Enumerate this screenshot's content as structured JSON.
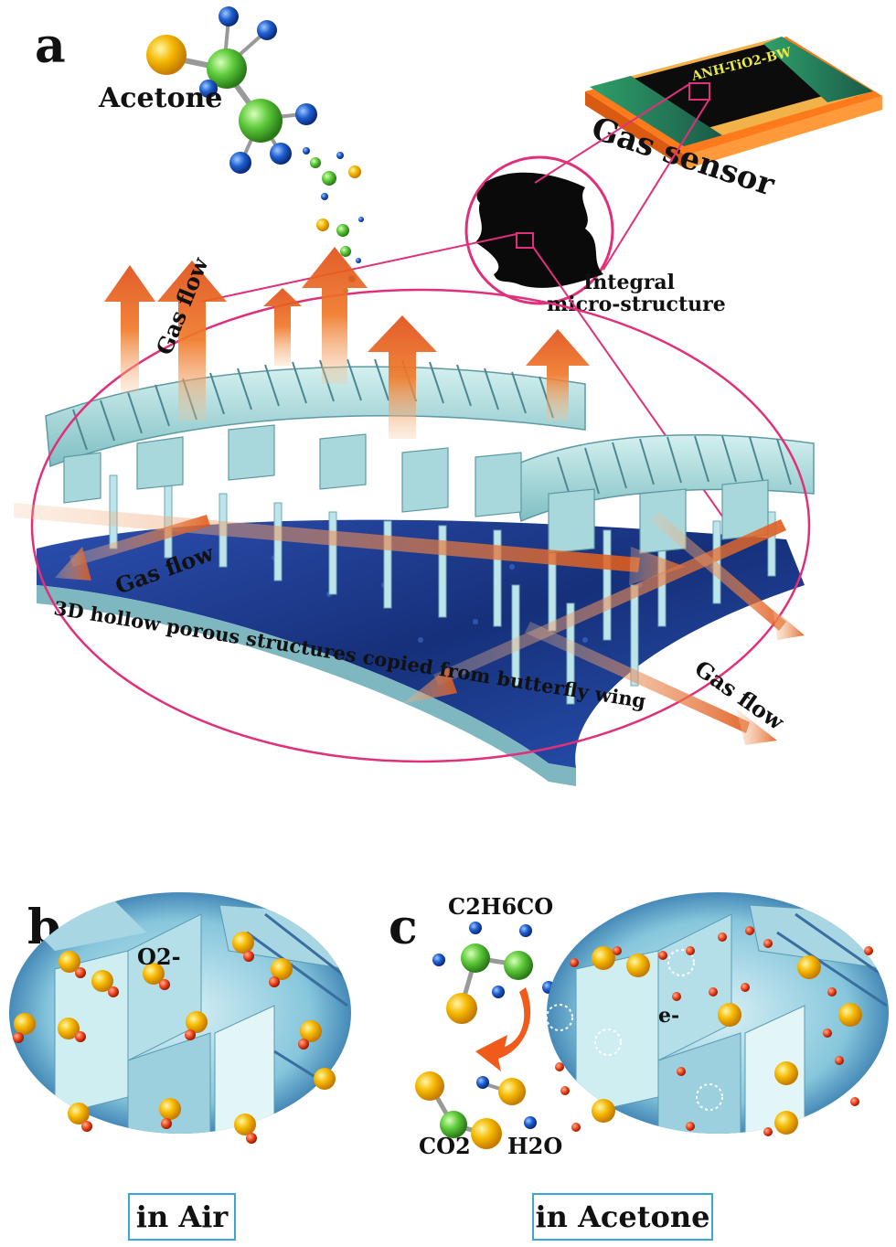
{
  "panels": {
    "a": {
      "letter": "a",
      "molecule_label": "Acetone",
      "sensor_chip_text": "ANH-TiO2-BW",
      "sensor_label": "Gas sensor",
      "microstructure_label_line1": "Integral",
      "microstructure_label_line2": "micro-structure",
      "gas_flow_labels": [
        "Gas flow",
        "Gas flow",
        "Gas flow"
      ],
      "structure_caption": "3D hollow porous structures copied from butterfly wing"
    },
    "b": {
      "letter": "b",
      "species_label": "O2-",
      "caption": "in Air"
    },
    "c": {
      "letter": "c",
      "reactant_label": "C2H6CO",
      "product_labels": [
        "CO2",
        "H2O"
      ],
      "electron_label": "e-",
      "caption": "in Acetone"
    }
  },
  "colors": {
    "ellipse_outline": "#e0307a",
    "arrow_orange": "#f07a2a",
    "substrate_blue": "#1f3a8a",
    "scale_teal": "#9fd6d8",
    "caption_border": "#3aa6d8",
    "oxygen_yellow": "#f5b800",
    "carbon_green": "#5cc93a",
    "hydrogen_blue": "#1f5fd0",
    "ion_red": "#e8401a"
  }
}
